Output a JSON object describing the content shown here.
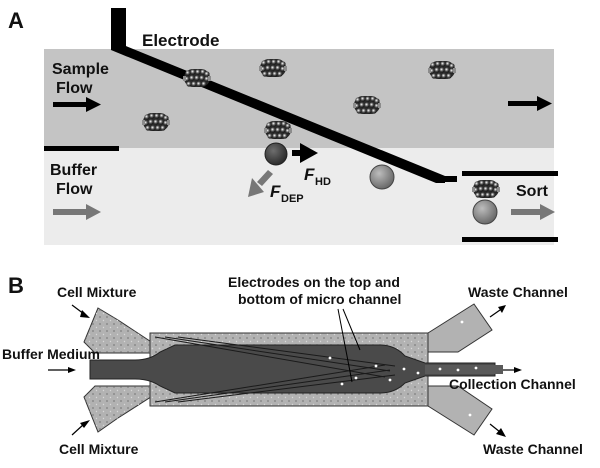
{
  "panel_a": {
    "panel_letter": "A",
    "electrode_label": "Electrode",
    "sample_flow_label": [
      "Sample",
      "Flow"
    ],
    "buffer_flow_label": [
      "Buffer",
      "Flow"
    ],
    "force_hd": {
      "main": "F",
      "sub": "HD"
    },
    "force_dep": {
      "main": "F",
      "sub": "DEP"
    },
    "sort_label": "Sort"
  },
  "panel_b": {
    "panel_letter": "B",
    "cell_mixture_top": "Cell Mixture",
    "cell_mixture_bottom": "Cell Mixture",
    "buffer_medium": "Buffer Medium",
    "electrodes_label": [
      "Electrodes on the top and",
      "bottom of micro channel"
    ],
    "waste_channel_top": "Waste Channel",
    "waste_channel_bottom": "Waste Channel",
    "collection_channel": "Collection Channel"
  },
  "colors": {
    "sample_region": "#c4c4c4",
    "buffer_region": "#ececec",
    "channel_light": "#b2b2b2",
    "channel_dark": "#4a4a4a",
    "electrode": "#000000",
    "bead": "#8a8a8a"
  }
}
